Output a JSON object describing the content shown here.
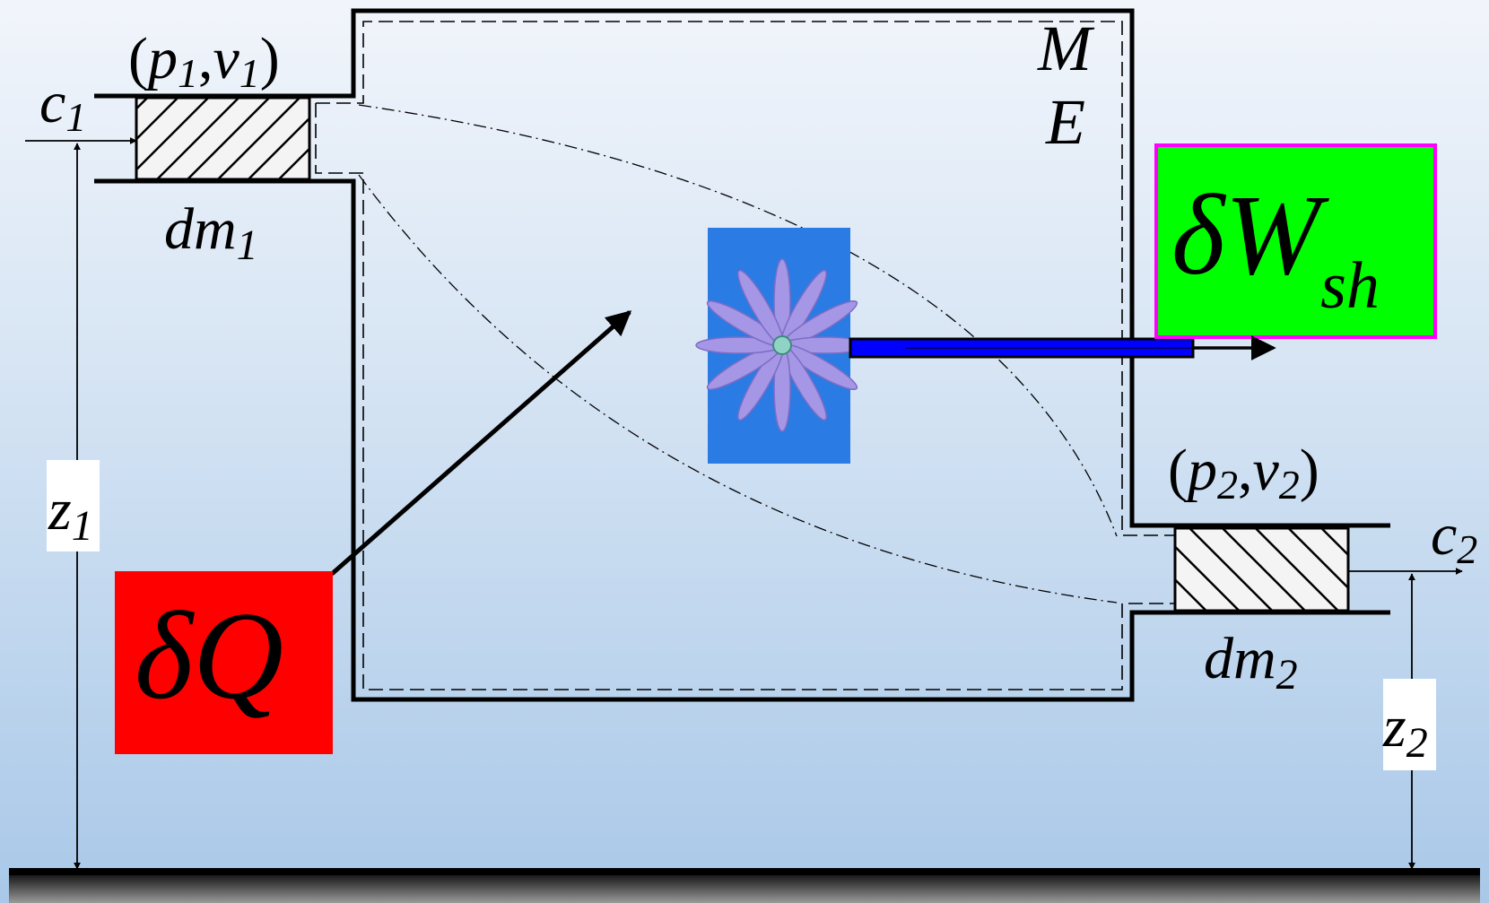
{
  "inlet": {
    "state_p": "p",
    "state_v": "v",
    "subscript": "1",
    "velocity": "c",
    "mass": "dm",
    "height": "z"
  },
  "outlet": {
    "state_p": "p",
    "state_v": "v",
    "subscript": "2",
    "velocity": "c",
    "mass": "dm",
    "height": "z"
  },
  "system": {
    "mass_symbol": "M",
    "energy_symbol": "E"
  },
  "heat": {
    "delta": "δ",
    "symbol": "Q",
    "color": "#ff0000"
  },
  "work": {
    "delta": "δ",
    "symbol": "W",
    "subscript": "sh",
    "color": "#00ff00",
    "border_color": "#ff00ff"
  },
  "turbine": {
    "icon": "turbine-rotor-icon",
    "background_color": "#2a7be4",
    "shaft_color": "#0000ff"
  }
}
